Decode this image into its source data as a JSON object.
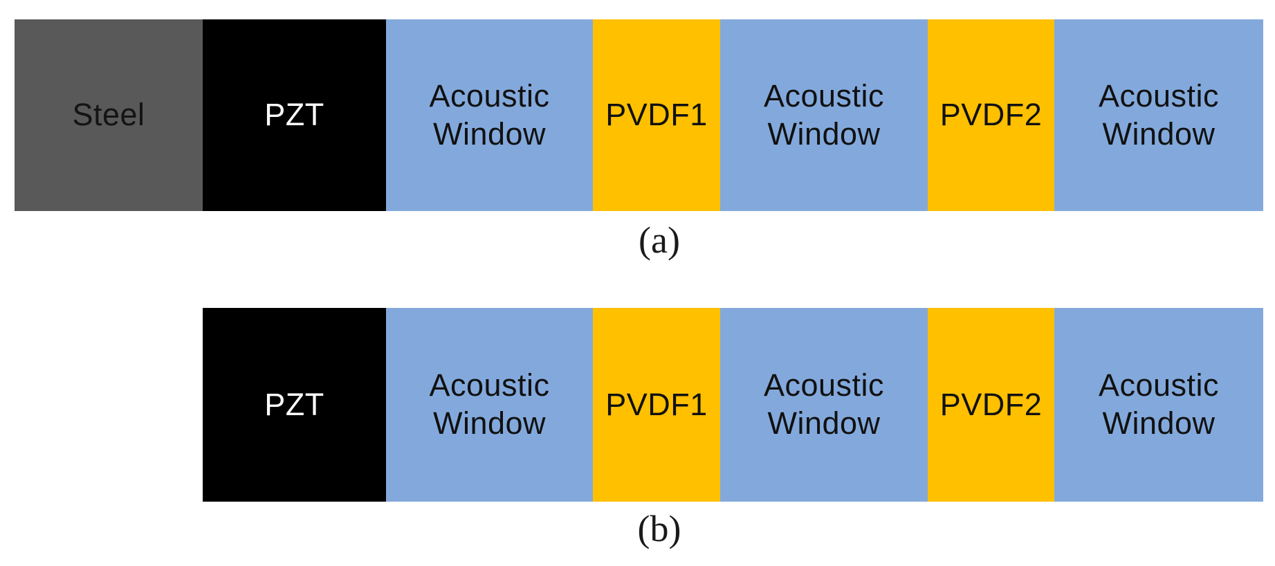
{
  "figure": {
    "description_colors": {
      "steel_fill": "#595959",
      "pzt_fill": "#000000",
      "acoustic_window_fill": "#83A9DC",
      "pvdf_fill": "#FFC000",
      "block_text_dark": "#111111",
      "pzt_text": "#FFFFFF",
      "background": "#FFFFFF"
    },
    "rows": [
      {
        "caption": "(a)",
        "blocks": [
          {
            "label": "Steel",
            "material": "steel"
          },
          {
            "label": "PZT",
            "material": "pzt"
          },
          {
            "label": "Acoustic Window",
            "material": "acoustic-window"
          },
          {
            "label": "PVDF1",
            "material": "pvdf"
          },
          {
            "label": "Acoustic Window",
            "material": "acoustic-window"
          },
          {
            "label": "PVDF2",
            "material": "pvdf"
          },
          {
            "label": "Acoustic Window",
            "material": "acoustic-window"
          }
        ]
      },
      {
        "caption": "(b)",
        "blocks": [
          {
            "label": "PZT",
            "material": "pzt"
          },
          {
            "label": "Acoustic Window",
            "material": "acoustic-window"
          },
          {
            "label": "PVDF1",
            "material": "pvdf"
          },
          {
            "label": "Acoustic Window",
            "material": "acoustic-window"
          },
          {
            "label": "PVDF2",
            "material": "pvdf"
          },
          {
            "label": "Acoustic Window",
            "material": "acoustic-window"
          }
        ]
      }
    ]
  }
}
